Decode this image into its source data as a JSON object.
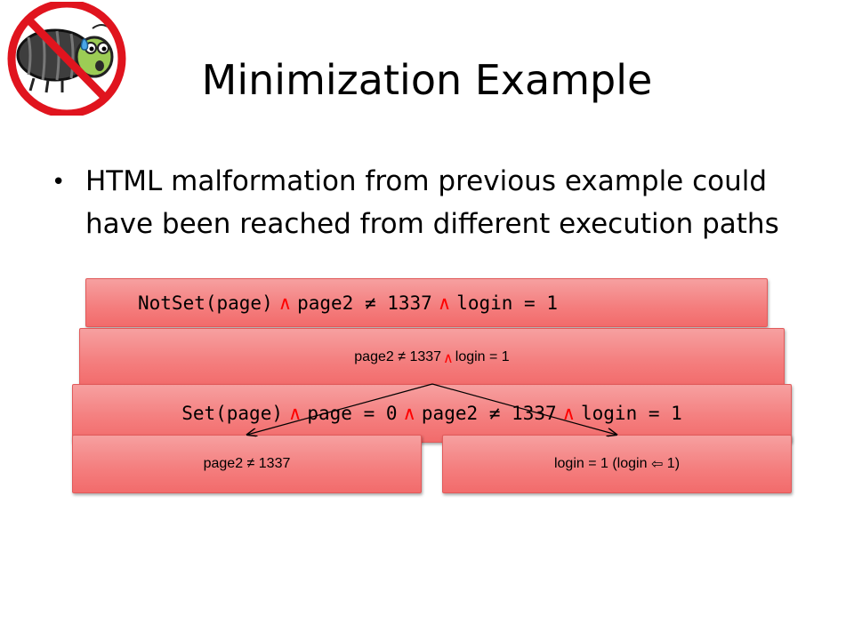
{
  "slide": {
    "title": "Minimization Example",
    "bullet": "HTML malformation from previous example could have been reached from different execution paths"
  },
  "boxes": {
    "box1": {
      "part1": "NotSet(page)",
      "op1": "∧",
      "part2": "page2 ≠ 1337",
      "op2": "∧",
      "part3": "login = 1"
    },
    "box2": {
      "part1": "page2 ≠ 1337",
      "op1": "∧",
      "part2": "login = 1"
    },
    "box3": {
      "part1": "Set(page)",
      "op1": "∧",
      "part2": "page = 0",
      "op2": "∧",
      "part3": "page2 ≠ 1337",
      "op3": "∧",
      "part4": "login = 1"
    },
    "box4": {
      "text": "page2 ≠ 1337"
    },
    "box5": {
      "text": "login = 1 (login ",
      "arrow": "🡐",
      "end": " 1)"
    }
  },
  "colors": {
    "box_fill": "#f47d7d",
    "operator": "#ff0000",
    "no_sign": "#e0141e"
  },
  "icons": {
    "logo": "no-bug-icon"
  }
}
